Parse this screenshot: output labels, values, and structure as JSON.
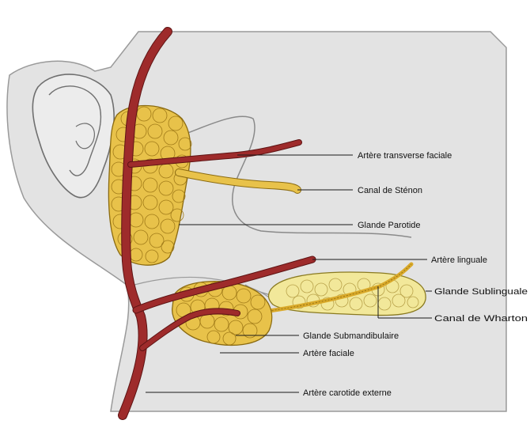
{
  "labels": {
    "artere_transverse_faciale": "Artère transverse faciale",
    "canal_stenon": "Canal de Sténon",
    "glande_parotide": "Glande Parotide",
    "artere_linguale": "Artère linguale",
    "glande_sublinguale": "Glande Sublinguale",
    "canal_wharton": "Canal de Wharton",
    "glande_submandibulaire": "Glande Submandibulaire",
    "artere_faciale": "Artère faciale",
    "artere_carotide_externe": "Artère carotide externe"
  },
  "colors": {
    "skin": "#e3e3e3",
    "skin_outline": "#8a8a8a",
    "artery": "#9e2b2b",
    "artery_outline": "#5e1414",
    "gland": "#e8c24a",
    "gland_outline": "#8a6a10",
    "sublingual": "#f2e89a"
  }
}
